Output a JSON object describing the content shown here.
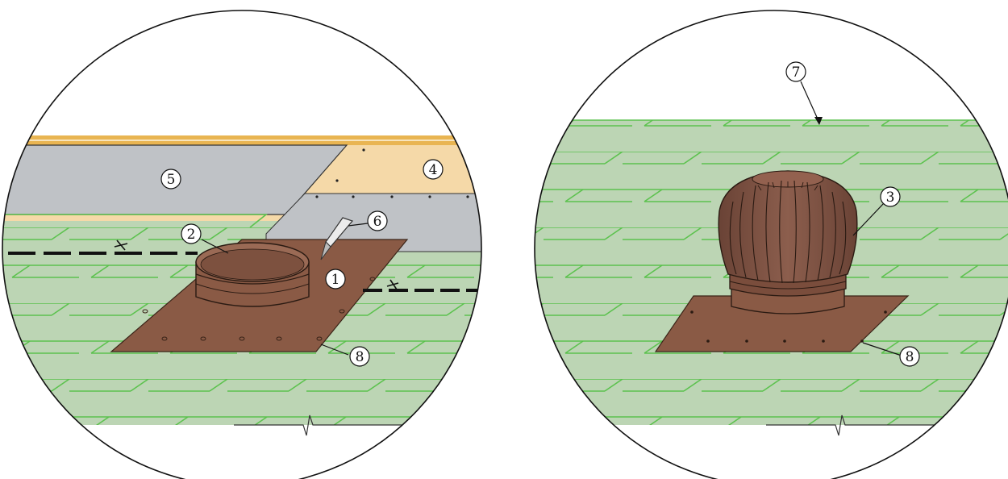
{
  "left_detail": {
    "callouts": {
      "c1": "1",
      "c2": "2",
      "c4": "4",
      "c5": "5",
      "c6": "6",
      "c8": "8"
    }
  },
  "right_detail": {
    "callouts": {
      "c3": "3",
      "c7": "7",
      "c8": "8"
    }
  },
  "colors": {
    "shingle_fill": "#bcd5b4",
    "shingle_line": "#5cc24e",
    "underlayment": "#bfc2c6",
    "deck": "#f5d9a8",
    "deck_edge": "#e9b552",
    "flashing": "#8a5a45",
    "turbine": "#7f5344"
  }
}
